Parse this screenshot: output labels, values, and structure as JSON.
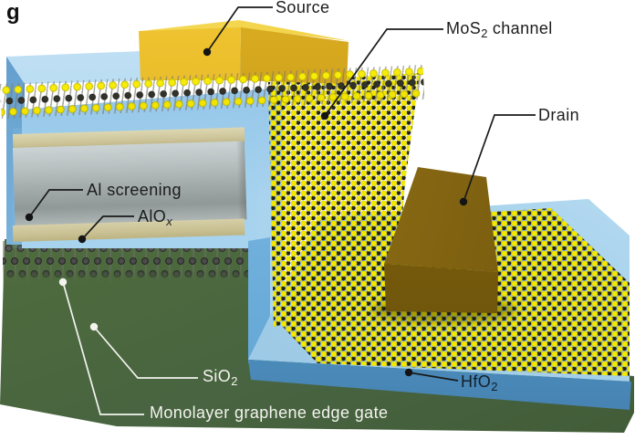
{
  "figure": {
    "panel_label": "g",
    "labels": {
      "source": "Source",
      "mos2_channel": {
        "pre": "MoS",
        "sub": "2",
        "post": " channel"
      },
      "drain": "Drain",
      "al_screening": "Al screening",
      "alox": {
        "pre": "AlO",
        "sub": "x"
      },
      "sio2": {
        "pre": "SiO",
        "sub": "2"
      },
      "hfo2": {
        "pre": "HfO",
        "sub": "2"
      },
      "graphene_gate": "Monolayer graphene edge gate"
    },
    "material_colors": {
      "source_gold": "#ddb01f",
      "drain_gold": "#7a5d0d",
      "hfo2_blue": "#a8d2ec",
      "sio2_green": "#4f6c3d",
      "al_screening_grey": "#b4b4af",
      "alox_tan": "#d5c28c",
      "mos2_sulfur_yellow": "#f0e600",
      "mos2_mo_black": "#22221a",
      "graphene_dark": "#2b2b2b"
    }
  }
}
